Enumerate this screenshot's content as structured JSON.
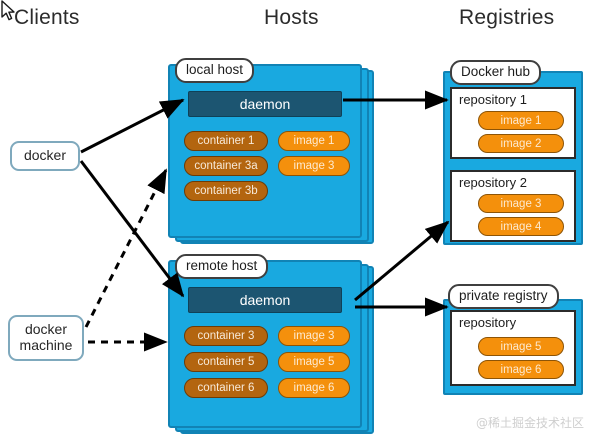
{
  "columns": [
    {
      "id": "clients",
      "title": "Clients"
    },
    {
      "id": "hosts",
      "title": "Hosts"
    },
    {
      "id": "registries",
      "title": "Registries"
    }
  ],
  "clients": [
    {
      "id": "docker",
      "label": "docker",
      "lines": [
        "docker"
      ]
    },
    {
      "id": "docker-machine",
      "label": "docker machine",
      "lines": [
        "docker",
        "machine"
      ]
    }
  ],
  "hosts": [
    {
      "id": "local-host",
      "label": "local host",
      "daemon": "daemon",
      "containers": [
        "container 1",
        "container 3a",
        "container 3b"
      ],
      "images": [
        "image 1",
        "image 3"
      ]
    },
    {
      "id": "remote-host",
      "label": "remote host",
      "daemon": "daemon",
      "containers": [
        "container 3",
        "container 5",
        "container 6"
      ],
      "images": [
        "image 3",
        "image 5",
        "image 6"
      ]
    }
  ],
  "registries": [
    {
      "id": "docker-hub",
      "label": "Docker hub",
      "repositories": [
        {
          "id": "repository-1",
          "title": "repository 1",
          "images": [
            "image 1",
            "image 2"
          ]
        },
        {
          "id": "repository-2",
          "title": "repository 2",
          "images": [
            "image 3",
            "image 4"
          ]
        }
      ]
    },
    {
      "id": "private-registry",
      "label": "private registry",
      "repositories": [
        {
          "id": "repository",
          "title": "repository",
          "images": [
            "image 5",
            "image 6"
          ]
        }
      ]
    }
  ],
  "connections": [
    {
      "id": "docker-to-local-daemon",
      "from": "docker",
      "to": "local host daemon",
      "style": "solid"
    },
    {
      "id": "docker-to-remote-daemon",
      "from": "docker",
      "to": "remote host daemon",
      "style": "solid"
    },
    {
      "id": "docker-machine-to-local-host",
      "from": "docker machine",
      "to": "local host",
      "style": "dashed"
    },
    {
      "id": "docker-machine-to-remote-host",
      "from": "docker machine",
      "to": "remote host",
      "style": "dashed"
    },
    {
      "id": "local-daemon-to-repository-1",
      "from": "local host daemon",
      "to": "repository 1",
      "style": "solid"
    },
    {
      "id": "remote-daemon-to-repository-2",
      "from": "remote host daemon",
      "to": "repository 2",
      "style": "solid"
    },
    {
      "id": "remote-daemon-to-private-registry",
      "from": "remote host daemon",
      "to": "private registry",
      "style": "solid"
    }
  ],
  "watermark": "@稀土掘金技术社区",
  "colors": {
    "host_fill": "#19a9e0",
    "host_border": "#1183b5",
    "daemon_fill": "#1c5571",
    "container_fill": "#b3650f",
    "image_fill": "#f4900c",
    "client_border": "#7fa9bd",
    "arrow": "#000000",
    "background": "#ffffff"
  }
}
